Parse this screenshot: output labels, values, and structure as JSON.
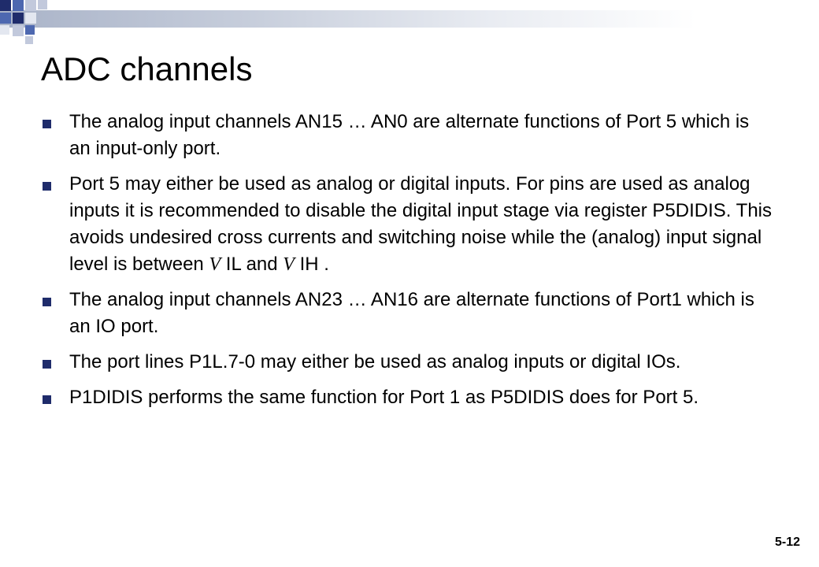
{
  "slide": {
    "title": "ADC channels",
    "slide_number": "5-12",
    "bullets": [
      {
        "text": "The analog input channels AN15 … AN0 are alternate functions of Port 5 which is an input-only port."
      },
      {
        "text_before": "Port 5 may either be used as analog or digital inputs. For pins are used as analog inputs it is recommended to disable the digital input stage via register P5DIDIS. This avoids undesired cross currents and switching noise while the (analog) input signal level is between ",
        "var1": "V",
        "text_mid": " IL and ",
        "var2": "V",
        "text_after": " IH ."
      },
      {
        "text": "The analog input channels AN23 … AN16 are alternate functions of Port1 which is an IO port."
      },
      {
        "text": "The port lines P1L.7-0 may either be used as analog inputs or digital IOs."
      },
      {
        "text": "P1DIDIS performs the same function for Port 1 as P5DIDIS does for Port 5."
      }
    ]
  }
}
